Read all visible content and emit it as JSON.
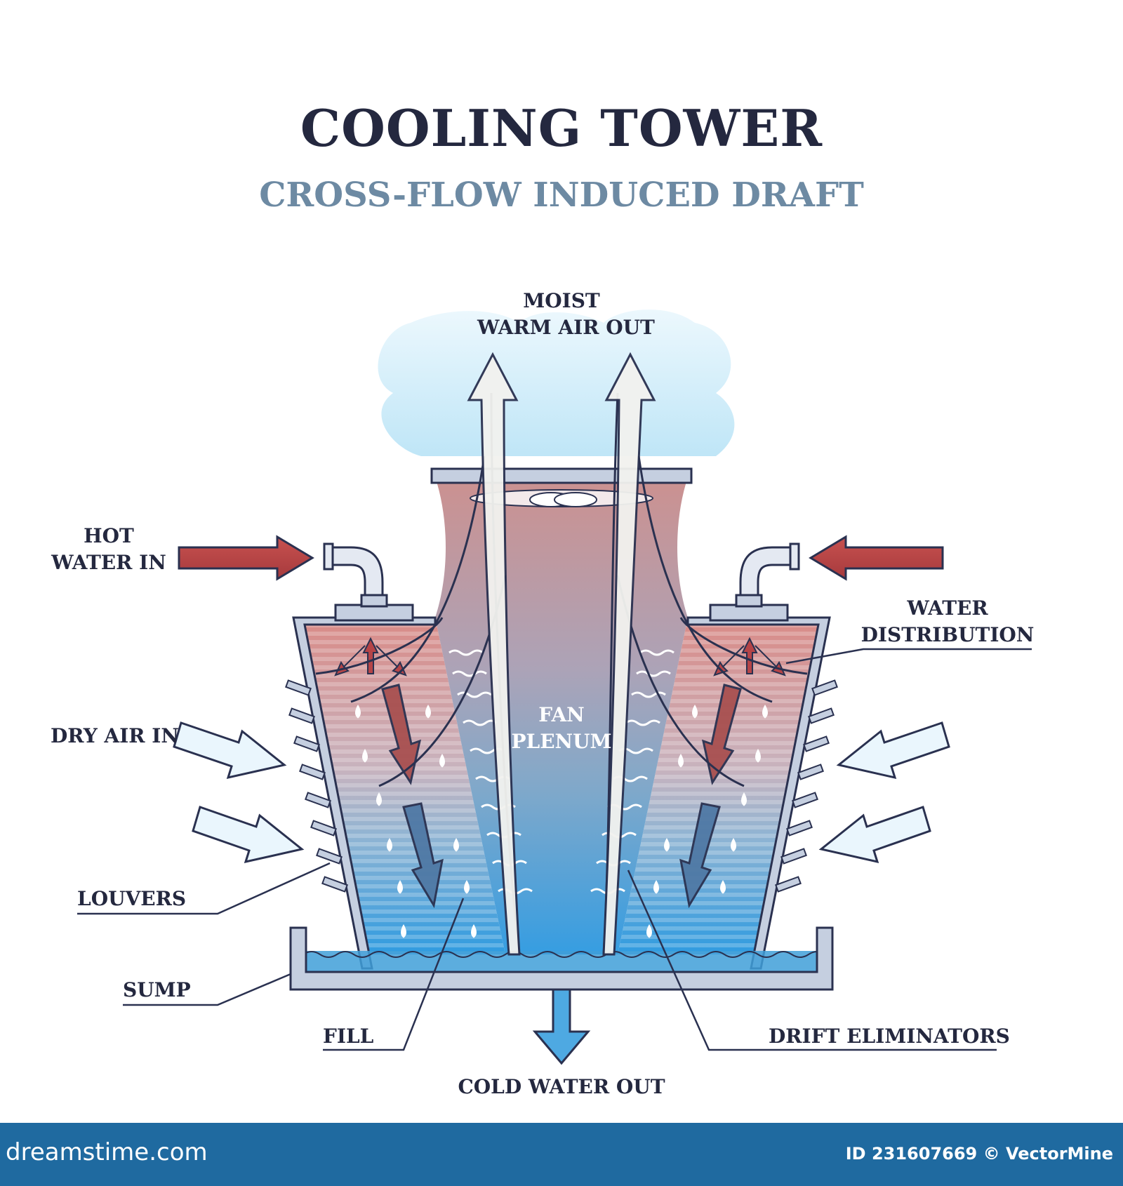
{
  "header": {
    "title": "COOLING TOWER",
    "subtitle": "CROSS-FLOW INDUCED DRAFT"
  },
  "labels": {
    "moist_air_line1": "MOIST",
    "moist_air_line2": "WARM AIR OUT",
    "hot_water_line1": "HOT",
    "hot_water_line2": "WATER IN",
    "water_dist_line1": "WATER",
    "water_dist_line2": "DISTRIBUTION",
    "fan_line1": "FAN",
    "fan_line2": "PLENUM",
    "dry_air": "DRY AIR IN",
    "louvers": "LOUVERS",
    "sump": "SUMP",
    "fill": "FILL",
    "drift": "DRIFT ELIMINATORS",
    "cold_water": "COLD WATER OUT"
  },
  "footer": {
    "brand": "dreamstime.com",
    "credit": "ID 231607669 © VectorMine"
  },
  "colors": {
    "hot": "#b54447",
    "cold": "#3f9fd8",
    "steel": "#c5cfe0",
    "outline": "#2a3150",
    "footer": "#1f6aa0"
  }
}
